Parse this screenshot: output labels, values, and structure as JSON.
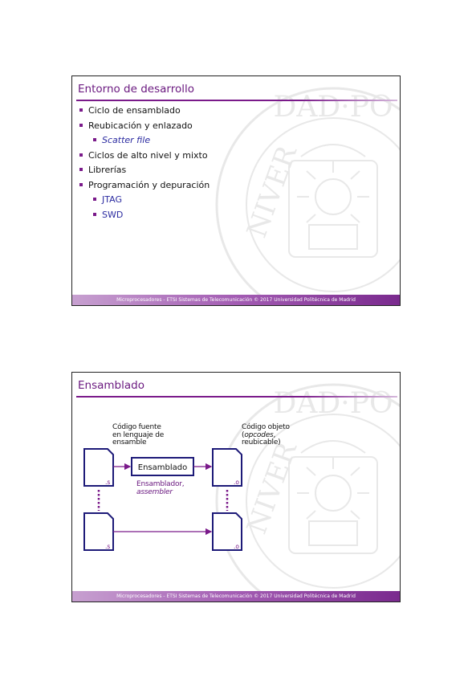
{
  "slide1": {
    "title": "Entorno de desarrollo",
    "bullets": [
      {
        "level": 1,
        "text": "Ciclo de ensamblado",
        "italic": false
      },
      {
        "level": 1,
        "text": "Reubicación y enlazado",
        "italic": false
      },
      {
        "level": 2,
        "text": "Scatter file",
        "italic": true
      },
      {
        "level": 1,
        "text": "Ciclos de alto nivel y mixto",
        "italic": false
      },
      {
        "level": 1,
        "text": "Librerías",
        "italic": false
      },
      {
        "level": 1,
        "text": "Programación y depuración",
        "italic": false
      },
      {
        "level": 2,
        "text": "JTAG",
        "italic": false
      },
      {
        "level": 2,
        "text": "SWD",
        "italic": false
      }
    ],
    "footer": "Microprocesadores - ETSI Sistemas de Telecomunicación © 2017 Universidad Politécnica de Madrid"
  },
  "slide2": {
    "title": "Ensamblado",
    "source_label": [
      "Código fuente",
      "en lenguaje de",
      "ensamble"
    ],
    "object_label_line1": "Código objeto",
    "object_label_opcodes": "opcodes",
    "object_label_line2_suffix": ",",
    "object_label_line3": "reubicable)",
    "object_label_open_paren": "(",
    "process_box": "Ensamblado",
    "assembler_label_line1": "Ensamblador,",
    "assembler_label_line2": "assembler",
    "source_ext": ".s",
    "object_ext": ".o",
    "footer": "Microprocesadores - ETSI Sistemas de Telecomunicación © 2017 Universidad Politécnica de Madrid"
  },
  "colors": {
    "accent": "#6b1a80",
    "bullet": "#7a1a8a",
    "sub_bullet_text": "#2a2aa0",
    "diagram_navy": "#1d1a78"
  }
}
